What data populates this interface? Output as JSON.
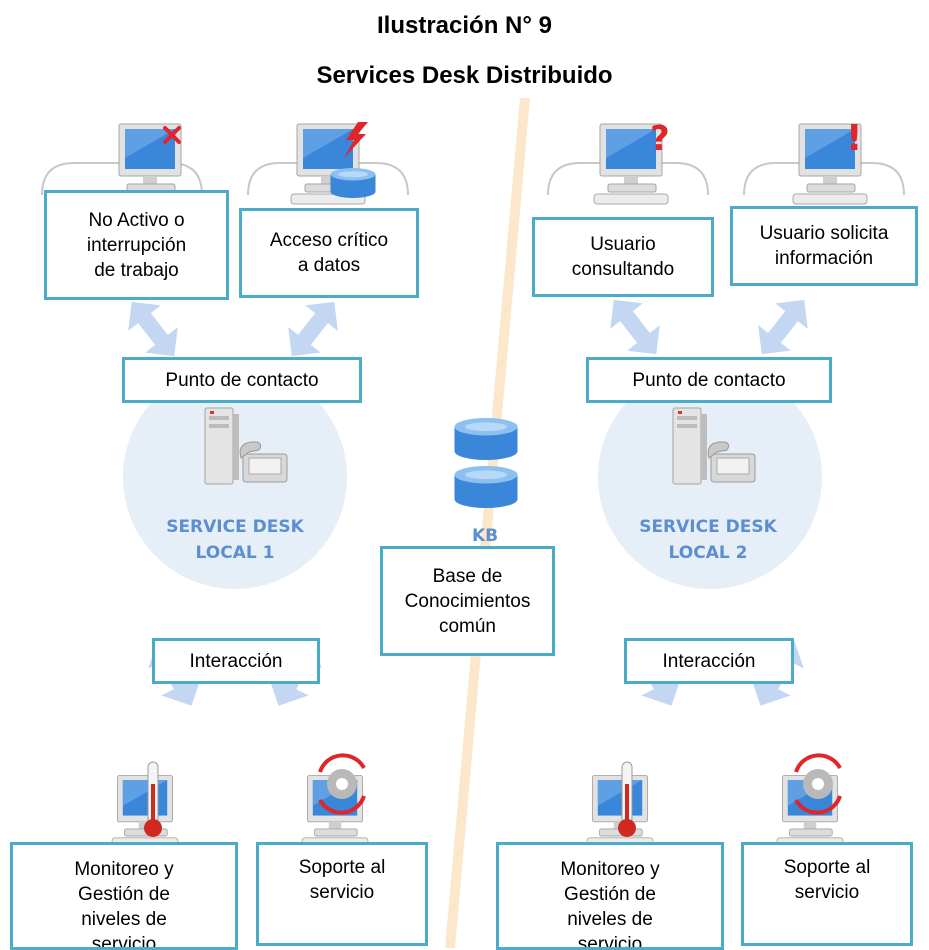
{
  "title": "Ilustración N° 9",
  "subtitle": "Services Desk Distribuido",
  "left": {
    "box_inactive": "No Activo o\ninterrupción\nde trabajo",
    "box_access": "Acceso crítico\na datos",
    "contact": "Punto de contacto",
    "service_desk": "SERVICE DESK\nLOCAL 1",
    "interaction": "Interacción",
    "box_monitor": "Monitoreo y\nGestión de\nniveles de\nservicio",
    "box_support": "Soporte al\nservicio"
  },
  "right": {
    "box_query": "Usuario\nconsultando",
    "box_request": "Usuario solicita\ninformación",
    "contact": "Punto de contacto",
    "service_desk": "SERVICE DESK\nLOCAL 2",
    "interaction": "Interacción",
    "box_monitor": "Monitoreo y\nGestión de\nniveles de\nservicio",
    "box_support": "Soporte al\nservicio"
  },
  "center": {
    "kb_label": "KB",
    "kb_box": "Base de\nConocimientos\ncomún"
  },
  "colors": {
    "box_border": "#4aacc6",
    "desk_circle": "#e6eef8",
    "arrow": "#c3d7f3",
    "monitor": "#3a86d8",
    "divider": "#fde7cc",
    "label_blue": "#5b8fd0"
  },
  "icons": {
    "error": "red-x-icon",
    "critical": "red-lightning-icon",
    "question": "red-question-icon",
    "alert": "red-exclamation-icon",
    "monitoring": "thermometer-icon",
    "support": "gear-refresh-icon"
  }
}
